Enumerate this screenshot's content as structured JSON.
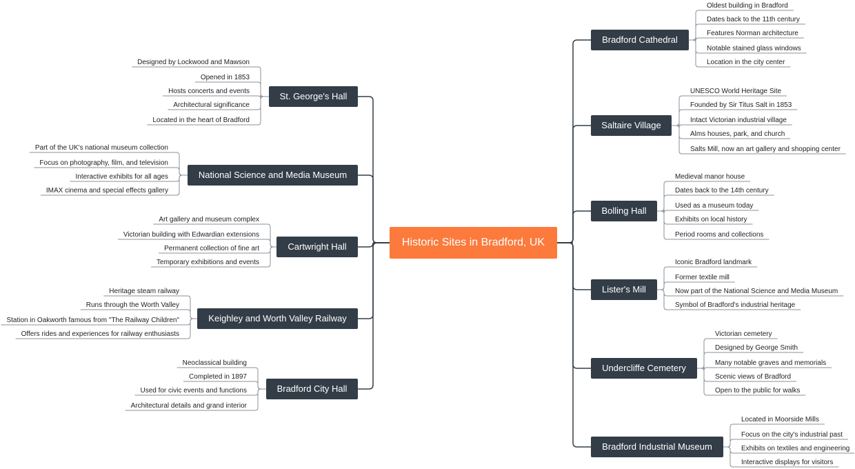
{
  "root": {
    "label": "Historic Sites in Bradford, UK"
  },
  "colors": {
    "root": "#fb7a3c",
    "node": "#333d47",
    "line": "#333d47",
    "leaf_line": "#8a9098"
  },
  "left_topics": [
    {
      "label": "St. George's Hall",
      "details": [
        "Designed by Lockwood and Mawson",
        "Opened in 1853",
        "Hosts concerts and events",
        "Architectural significance",
        "Located in the heart of Bradford"
      ]
    },
    {
      "label": "National Science and Media Museum",
      "details": [
        "Part of the UK's national museum collection",
        "Focus on photography, film, and television",
        "Interactive exhibits for all ages",
        "IMAX cinema and special effects gallery"
      ]
    },
    {
      "label": "Cartwright Hall",
      "details": [
        "Art gallery and museum complex",
        "Victorian building with Edwardian extensions",
        "Permanent collection of fine art",
        "Temporary exhibitions and events"
      ]
    },
    {
      "label": "Keighley and Worth Valley Railway",
      "details": [
        "Heritage steam railway",
        "Runs through the Worth Valley",
        "Station in Oakworth famous from \"The Railway Children\"",
        "Offers rides and experiences for railway enthusiasts"
      ]
    },
    {
      "label": "Bradford City Hall",
      "details": [
        "Neoclassical building",
        "Completed in 1897",
        "Used for civic events and functions",
        "Architectural details and grand interior"
      ]
    }
  ],
  "right_topics": [
    {
      "label": "Bradford Cathedral",
      "details": [
        "Oldest building in Bradford",
        "Dates back to the 11th century",
        "Features Norman architecture",
        "Notable stained glass windows",
        "Location in the city center"
      ]
    },
    {
      "label": "Saltaire Village",
      "details": [
        "UNESCO World Heritage Site",
        "Founded by Sir Titus Salt in 1853",
        "Intact Victorian industrial village",
        "Alms houses, park, and church",
        "Salts Mill, now an art gallery and shopping center"
      ]
    },
    {
      "label": "Bolling Hall",
      "details": [
        "Medieval manor house",
        "Dates back to the 14th century",
        "Used as a museum today",
        "Exhibits on local history",
        "Period rooms and collections"
      ]
    },
    {
      "label": "Lister's Mill",
      "details": [
        "Iconic Bradford landmark",
        "Former textile mill",
        "Now part of the National Science and Media Museum",
        "Symbol of Bradford's industrial heritage"
      ]
    },
    {
      "label": "Undercliffe Cemetery",
      "details": [
        "Victorian cemetery",
        "Designed by George Smith",
        "Many notable graves and memorials",
        "Scenic views of Bradford",
        "Open to the public for walks"
      ]
    },
    {
      "label": "Bradford Industrial Museum",
      "details": [
        "Located in Moorside Mills",
        "Focus on the city's industrial past",
        "Exhibits on textiles and engineering",
        "Interactive displays for visitors"
      ]
    }
  ]
}
